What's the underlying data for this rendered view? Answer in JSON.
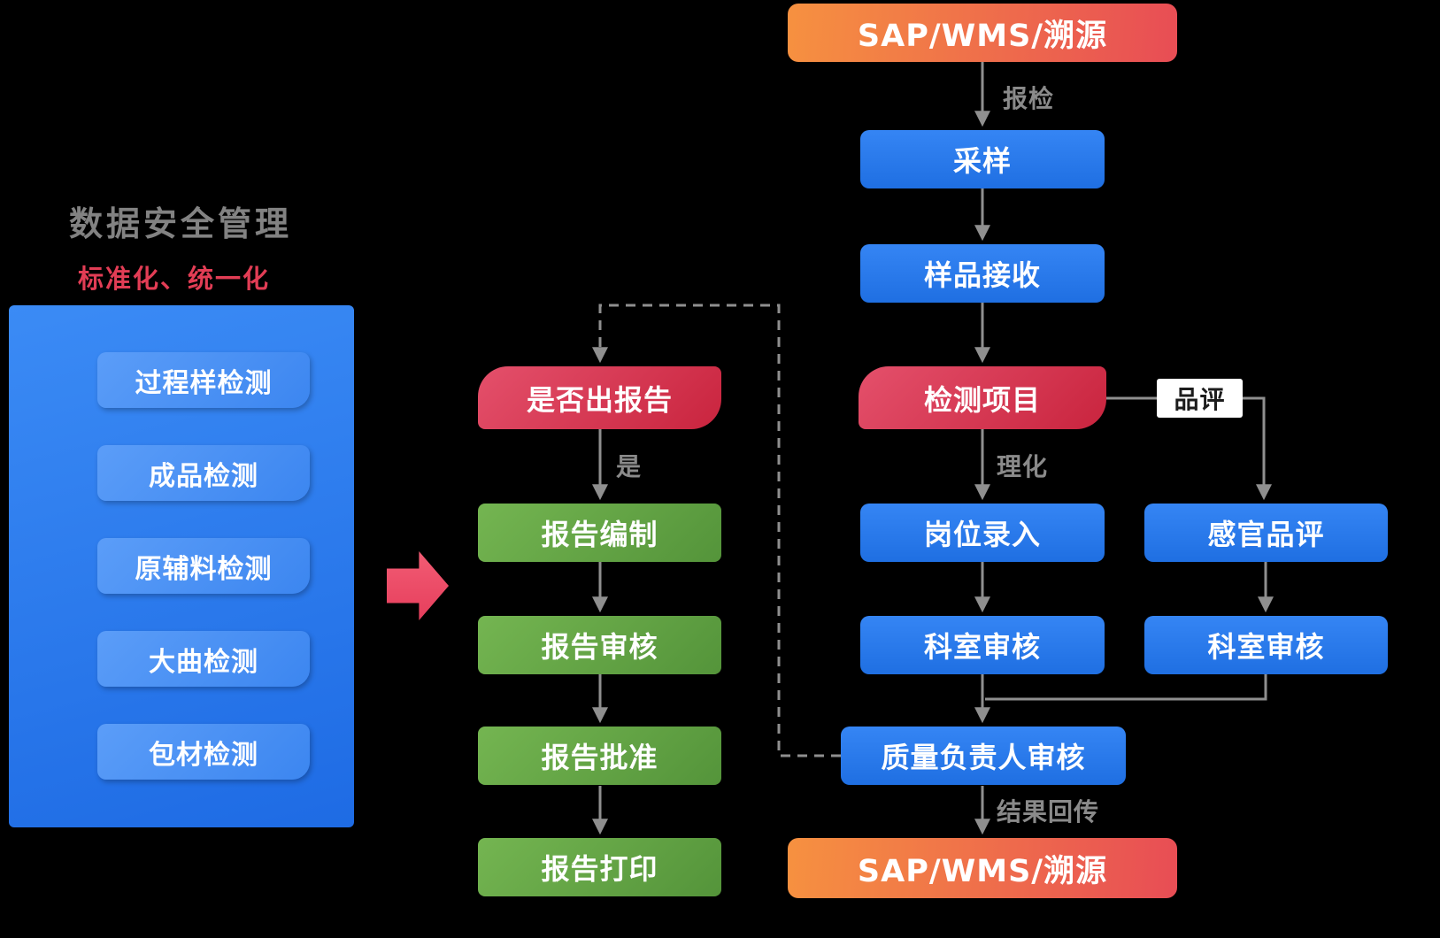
{
  "title_block": {
    "title": "数据安全管理",
    "subtitle": "标准化、统一化"
  },
  "left_panel": {
    "items": [
      "过程样检测",
      "成品检测",
      "原辅料检测",
      "大曲检测",
      "包材检测"
    ]
  },
  "report_flow": {
    "decision": "是否出报告",
    "edge_yes": "是",
    "steps": [
      "报告编制",
      "报告审核",
      "报告批准",
      "报告打印"
    ]
  },
  "main_flow": {
    "source": "SAP/WMS/溯源",
    "edge_report": "报检",
    "sampling": "采样",
    "sample_receive": "样品接收",
    "test_project": "检测项目",
    "edge_sensory": "品评",
    "edge_physchem": "理化",
    "station_entry": "岗位录入",
    "sensory_eval": "感官品评",
    "dept_review": "科室审核",
    "quality_review": "质量负责人审核",
    "edge_result": "结果回传",
    "target": "SAP/WMS/溯源"
  },
  "colors": {
    "blue": "#2b7cee",
    "green": "#5fa33c",
    "red_leaf": "#d8344c",
    "orange_start": "#f69140",
    "orange_end": "#e84d55",
    "line": "#8f8f8f",
    "accent_arrow": "#ee5068",
    "label_gray": "#8a8a8a"
  }
}
